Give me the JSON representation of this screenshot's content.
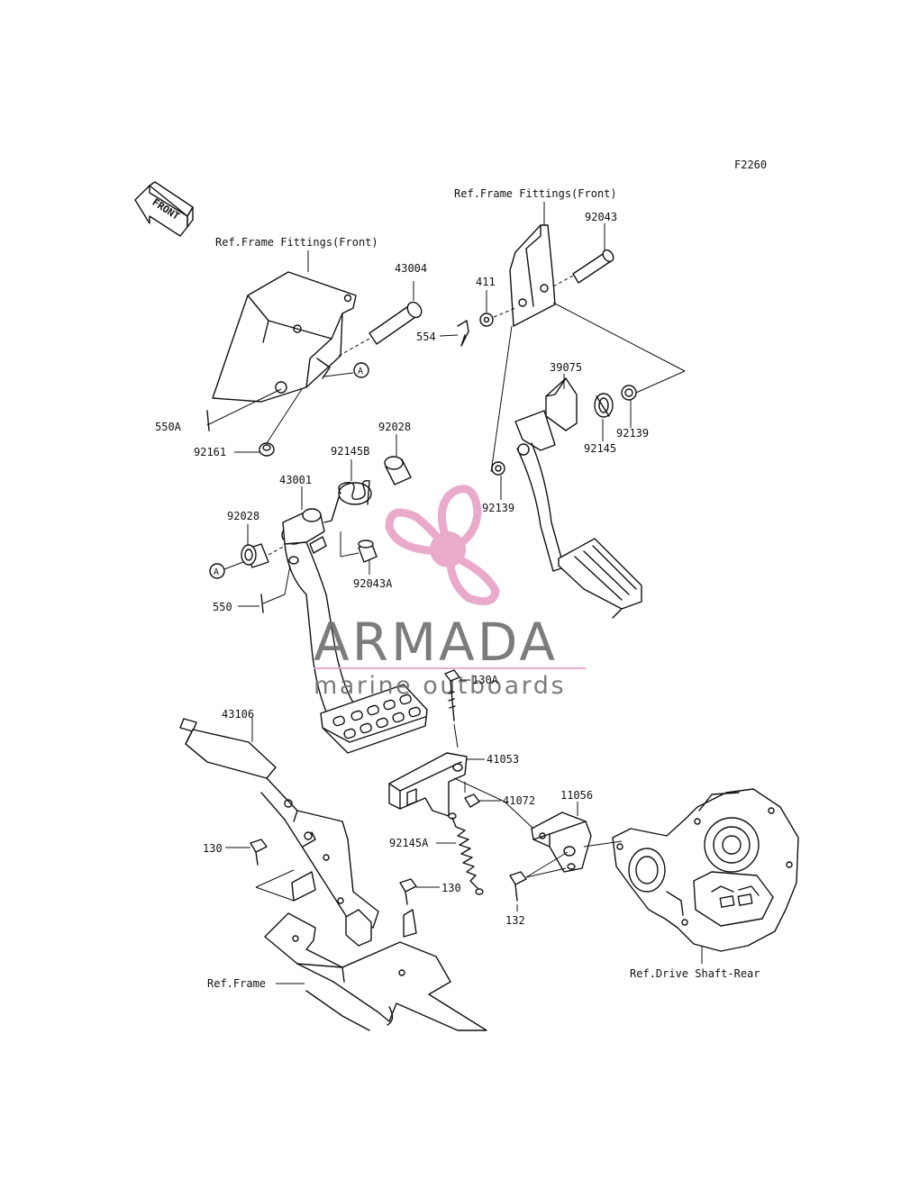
{
  "diagram_code": "F2260",
  "front_badge": "FRONT",
  "references": {
    "frame_fittings_left": "Ref.Frame Fittings(Front)",
    "frame_fittings_right": "Ref.Frame Fittings(Front)",
    "frame": "Ref.Frame",
    "drive_shaft": "Ref.Drive Shaft-Rear"
  },
  "callout_marker": "A",
  "parts": {
    "p92043": "92043",
    "p411": "411",
    "p554": "554",
    "p43004": "43004",
    "p39075": "39075",
    "p92145": "92145",
    "p92139_right": "92139",
    "p92139_left": "92139",
    "p550A": "550A",
    "p92161": "92161",
    "p92028_top": "92028",
    "p92145B": "92145B",
    "p43001": "43001",
    "p92028_left": "92028",
    "p92043A": "92043A",
    "p550": "550",
    "p43106": "43106",
    "p130A": "130A",
    "p41053": "41053",
    "p41072": "41072",
    "p11056": "11056",
    "p92145A": "92145A",
    "p130_left": "130",
    "p130_right": "130",
    "p132": "132"
  },
  "watermark": {
    "brand": "ARMADA",
    "tagline": "marine outboards",
    "accent_color": "#e8a3c6",
    "text_color": "#6e6e6e"
  }
}
